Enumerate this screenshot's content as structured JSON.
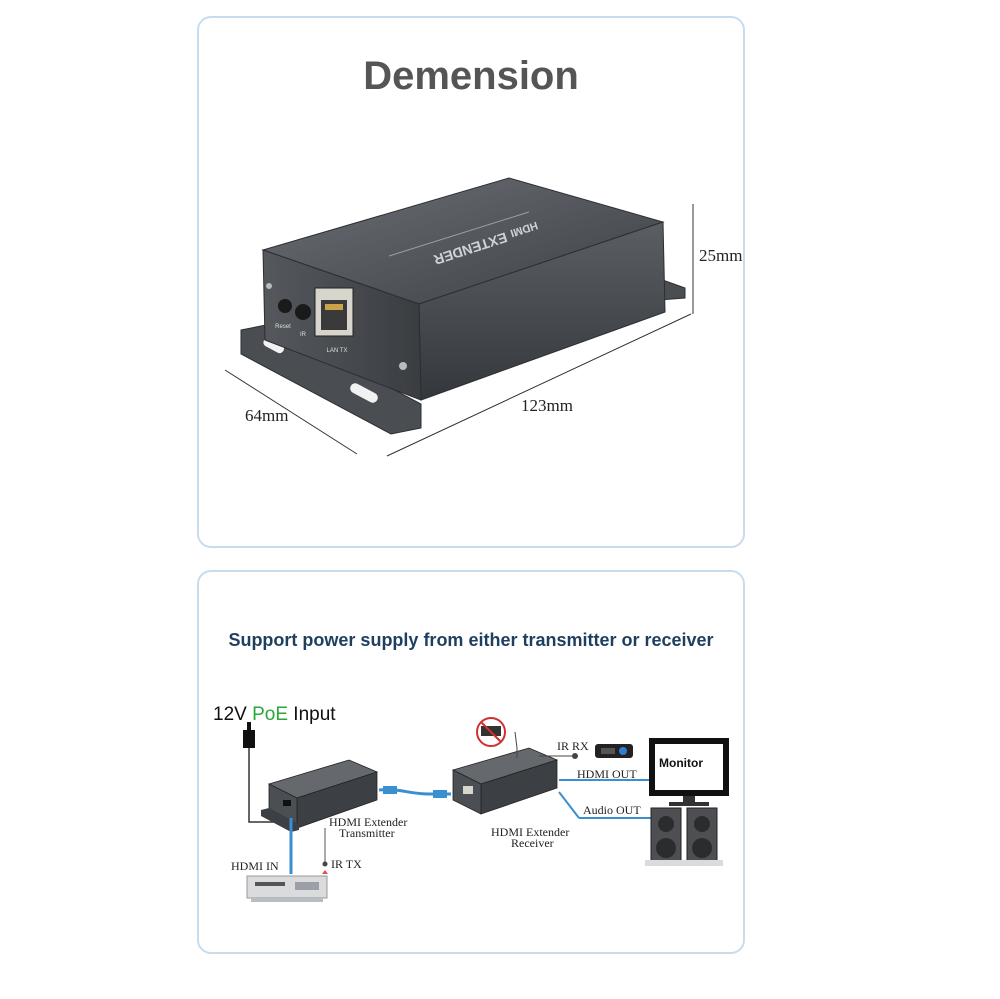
{
  "dimension_panel": {
    "title": "Demension",
    "height_label": "25mm",
    "width_label": "64mm",
    "length_label": "123mm",
    "device_top_label": "EXTENDER",
    "device_brand_label": "HDMI",
    "port_labels": {
      "reset": "Reset",
      "ir": "IR",
      "lan": "LAN TX"
    }
  },
  "connection_panel": {
    "subtitle": "Support power supply from either transmitter or receiver",
    "power_label": {
      "prefix": "12V",
      "poe": "PoE",
      "suffix": "Input"
    },
    "transmitter_label_line1": "HDMI Extender",
    "transmitter_label_line2": "Transmitter",
    "receiver_label_line1": "HDMI Extender",
    "receiver_label_line2": "Receiver",
    "hdmi_in_label": "HDMI  IN",
    "ir_tx_label": "IR TX",
    "ir_rx_label": "IR RX",
    "hdmi_out_label": "HDMI  OUT",
    "audio_out_label": "Audio  OUT",
    "monitor_label": "Monitor"
  },
  "colors": {
    "panel_border": "#c7dcef",
    "device_body": "#4a4d52",
    "cable_blue": "#3a8fd0",
    "poe_green": "#2aa83a",
    "subtitle_navy": "#1f3f5f"
  }
}
